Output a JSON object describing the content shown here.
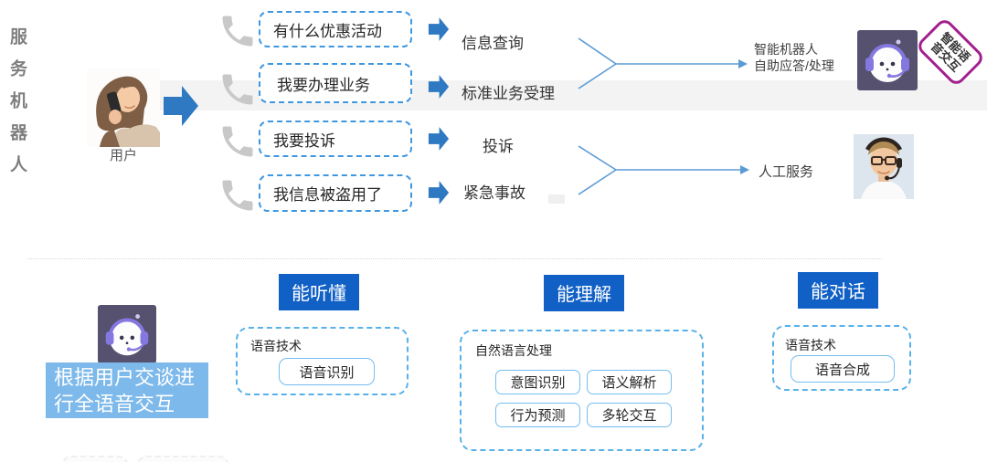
{
  "page": {
    "title_vertical": "服务机器人"
  },
  "user": {
    "label": "用户"
  },
  "rows": [
    {
      "utterance": "有什么优惠活动",
      "category": "信息查询"
    },
    {
      "utterance": "我要办理业务",
      "category": "标准业务受理"
    },
    {
      "utterance": "我要投诉",
      "category": "投诉"
    },
    {
      "utterance": "我信息被盗用了",
      "category": "紧急事故"
    }
  ],
  "outcomes": {
    "robot_line1": "智能机器人",
    "robot_line2": "自助应答/处理",
    "robot_badge": "智能语音交互",
    "human_label": "人工服务"
  },
  "capabilities": {
    "callout": "根据用户交谈进行全语音交互",
    "columns": [
      {
        "header": "能听懂",
        "group": "语音技术",
        "items": [
          "语音识别"
        ]
      },
      {
        "header": "能理解",
        "group": "自然语言处理",
        "items": [
          "意图识别",
          "语义解析",
          "行为预测",
          "多轮交互"
        ]
      },
      {
        "header": "能对话",
        "group": "语音技术",
        "items": [
          "语音合成"
        ]
      }
    ]
  },
  "colors": {
    "accent_blue": "#2e79c2",
    "line_blue": "#5b9bd5",
    "dashed_blue": "#3f97e0",
    "dashed_sky": "#58b1ea",
    "item_border": "#74bdf0",
    "header_bg": "#1160c6",
    "callout_bg": "#7db9ea",
    "robot_bg": "#56516e",
    "robot_accent": "#8478e0",
    "badge_border": "#a2208e",
    "phone_gray": "#c8c8c8",
    "band_gray": "#f3f3f3",
    "title_gray": "#7f7f7f"
  }
}
